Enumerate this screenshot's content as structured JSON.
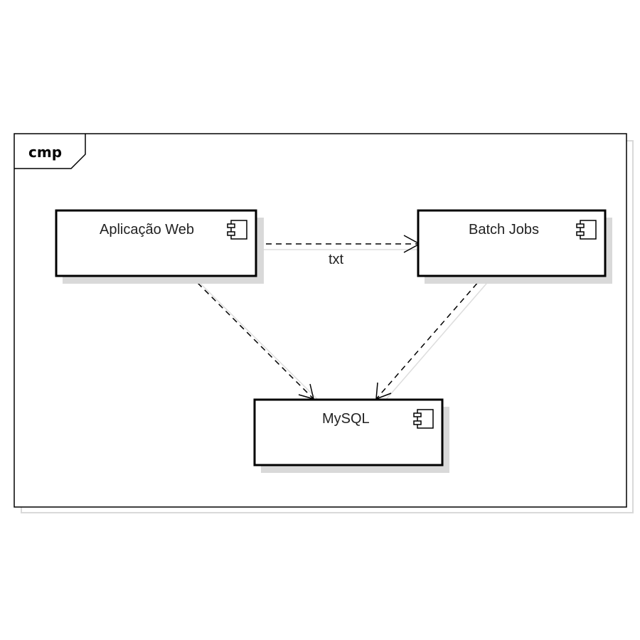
{
  "frame": {
    "label": "cmp"
  },
  "components": {
    "web": {
      "name": "Aplicação Web",
      "icon": "component-icon"
    },
    "batch": {
      "name": "Batch Jobs",
      "icon": "component-icon"
    },
    "mysql": {
      "name": "MySQL",
      "icon": "component-icon"
    }
  },
  "dependencies": {
    "web_to_batch": {
      "label": "txt"
    },
    "web_to_mysql": {
      "label": ""
    },
    "batch_to_mysql": {
      "label": ""
    }
  },
  "colors": {
    "line": "#000000",
    "shadow": "#d9d9d9",
    "frame_shadow": "#d9d9d9"
  }
}
